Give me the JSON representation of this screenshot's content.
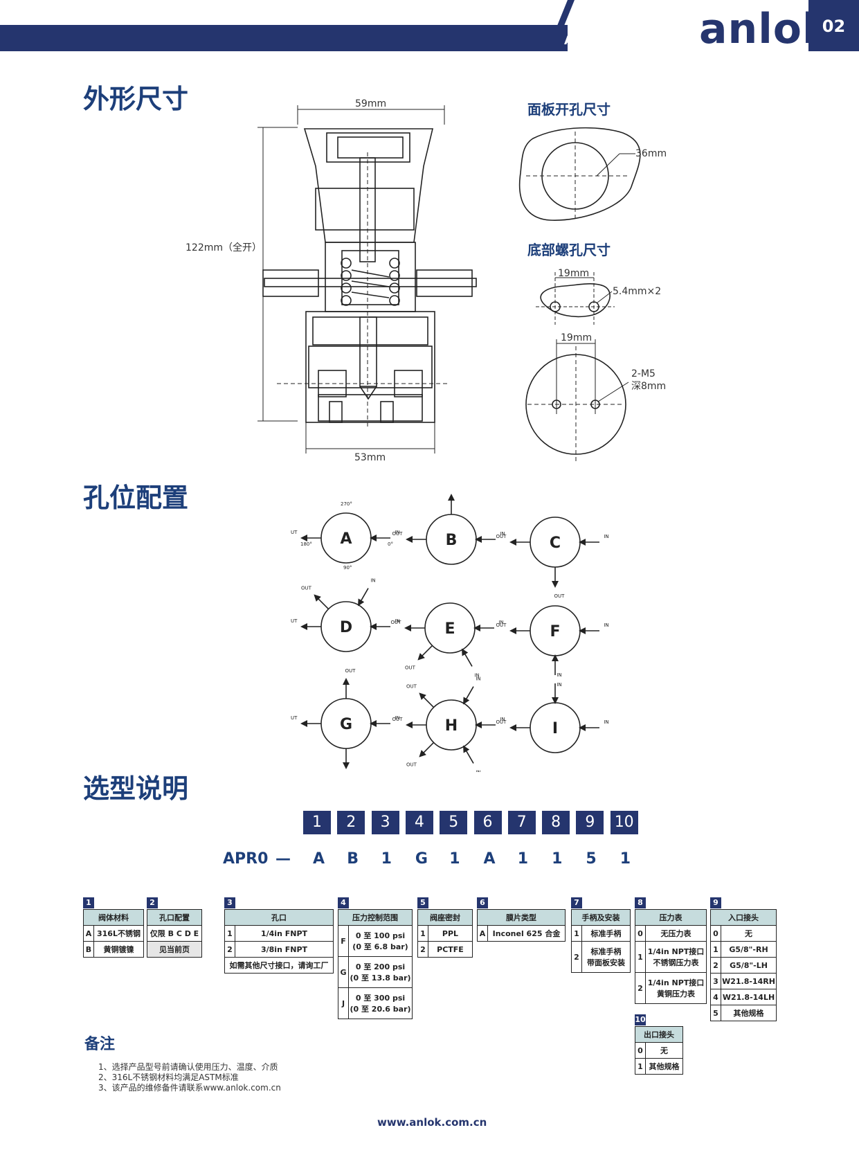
{
  "header": {
    "product_title": "APR0系列减压阀",
    "brand": "anlok",
    "page_number": "02"
  },
  "sections": {
    "outline": "外形尺寸",
    "port_config": "孔位配置",
    "selection": "选型说明",
    "panel_cutout": "面板开孔尺寸",
    "bottom_holes": "底部螺孔尺寸"
  },
  "dims": {
    "width_top": "59mm",
    "height": "122mm（全开）",
    "width_bottom": "53mm",
    "panel_dia": "36mm",
    "hole_pitch_1": "19mm",
    "hole_size": "5.4mm×2",
    "hole_pitch_2": "19mm",
    "thread": "2-M5",
    "depth": "深8mm"
  },
  "angles": {
    "a270": "270°",
    "a180": "180°",
    "a0": "0°",
    "a90": "90°"
  },
  "ports": {
    "out": "OUT",
    "in": "IN"
  },
  "configs": [
    "A",
    "B",
    "C",
    "D",
    "E",
    "F",
    "G",
    "H",
    "I"
  ],
  "selection": {
    "positions": [
      "1",
      "2",
      "3",
      "4",
      "5",
      "6",
      "7",
      "8",
      "9",
      "10"
    ],
    "model_prefix": "APR0",
    "dash": "—",
    "code_values": [
      "A",
      "B",
      "1",
      "G",
      "1",
      "A",
      "1",
      "1",
      "5",
      "1"
    ]
  },
  "tables": {
    "t1": {
      "no": "1",
      "title": "阀体材料",
      "rows": [
        [
          "A",
          "316L不锈钢"
        ],
        [
          "B",
          "黄铜镀镍"
        ]
      ]
    },
    "t2": {
      "no": "2",
      "title": "孔口配置",
      "rows": [
        "仅限 B C D E",
        "见当前页"
      ]
    },
    "t3": {
      "no": "3",
      "title": "孔口",
      "rows": [
        [
          "1",
          "1/4in FNPT"
        ],
        [
          "2",
          "3/8in FNPT"
        ]
      ],
      "note": "如需其他尺寸接口，请询工厂"
    },
    "t4": {
      "no": "4",
      "title": "压力控制范围",
      "rows": [
        [
          "F",
          "0 至 100 psi",
          "(0 至 6.8 bar)"
        ],
        [
          "G",
          "0 至 200 psi",
          "(0 至 13.8 bar)"
        ],
        [
          "J",
          "0 至 300 psi",
          "(0 至 20.6 bar)"
        ]
      ]
    },
    "t5": {
      "no": "5",
      "title": "阀座密封",
      "rows": [
        [
          "1",
          "PPL"
        ],
        [
          "2",
          "PCTFE"
        ]
      ]
    },
    "t6": {
      "no": "6",
      "title": "膜片类型",
      "rows": [
        [
          "A",
          "Inconel 625 合金"
        ]
      ]
    },
    "t7": {
      "no": "7",
      "title": "手柄及安装",
      "rows": [
        [
          "1",
          "标准手柄",
          ""
        ],
        [
          "2",
          "标准手柄",
          "带面板安装"
        ]
      ]
    },
    "t8": {
      "no": "8",
      "title": "压力表",
      "rows": [
        [
          "0",
          "无压力表",
          ""
        ],
        [
          "1",
          "1/4in NPT接口",
          "不锈钢压力表"
        ],
        [
          "2",
          "1/4in NPT接口",
          "黄铜压力表"
        ]
      ]
    },
    "t9": {
      "no": "9",
      "title": "入口接头",
      "rows": [
        [
          "0",
          "无"
        ],
        [
          "1",
          "G5/8\"-RH"
        ],
        [
          "2",
          "G5/8\"-LH"
        ],
        [
          "3",
          "W21.8-14RH"
        ],
        [
          "4",
          "W21.8-14LH"
        ],
        [
          "5",
          "其他规格"
        ]
      ]
    },
    "t10": {
      "no": "10",
      "title": "出口接头",
      "rows": [
        [
          "0",
          "无"
        ],
        [
          "1",
          "其他规格"
        ]
      ]
    }
  },
  "notes": {
    "title": "备注",
    "items": [
      "1、选择产品型号前请确认使用压力、温度、介质",
      "2、316L不锈钢材料均满足ASTM标准",
      "3、该产品的维修备件请联系www.anlok.com.cn"
    ]
  },
  "footer": {
    "url": "www.anlok.com.cn"
  },
  "colors": {
    "brand": "#25356e",
    "heading": "#1d3f7a",
    "table_header": "#c6dcdd"
  }
}
